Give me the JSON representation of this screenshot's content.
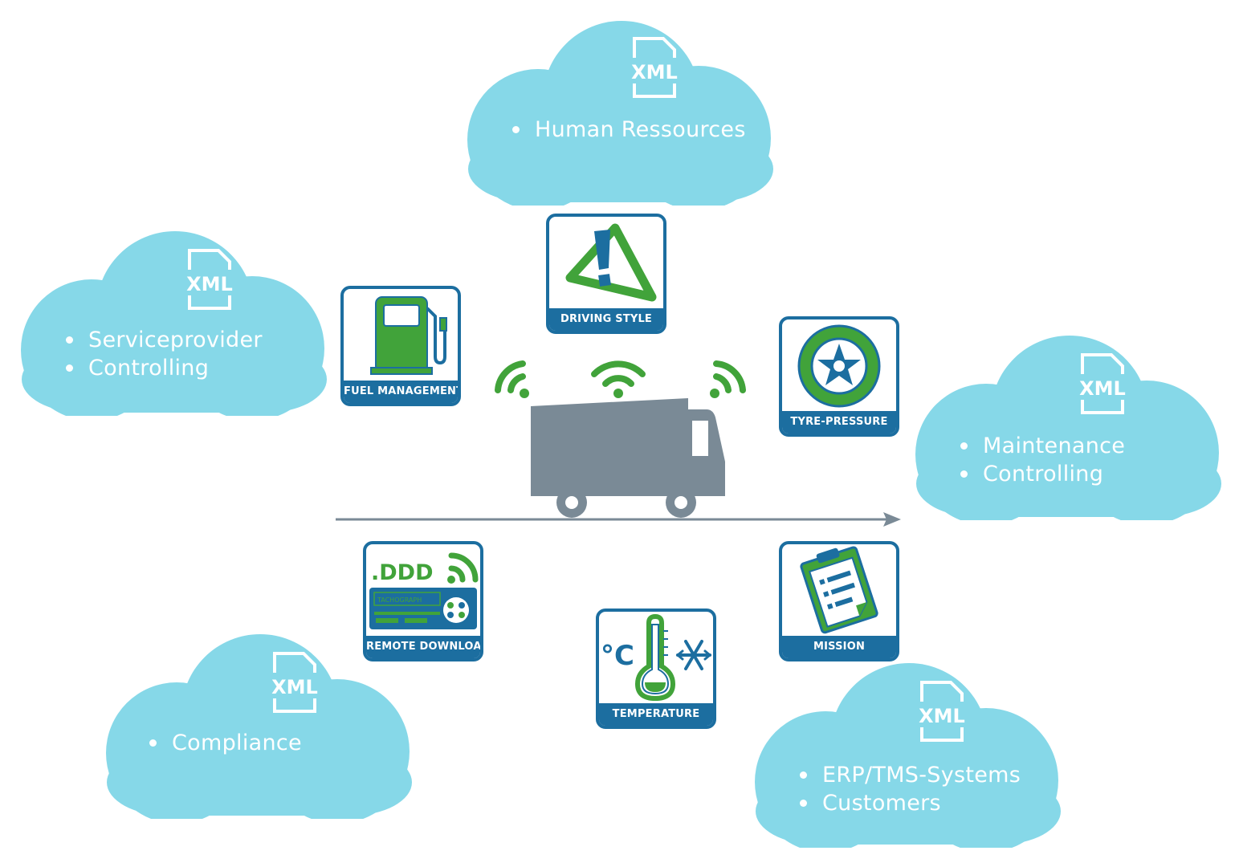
{
  "colors": {
    "cloud": "#86d8e8",
    "tile_border": "#1c6ea0",
    "green": "#41a33a",
    "truck": "#7a8a96",
    "arrow": "#7a8a96",
    "white": "#ffffff"
  },
  "clouds": {
    "top": {
      "badge": "XML",
      "items": [
        "Human Ressources"
      ]
    },
    "left": {
      "badge": "XML",
      "items": [
        "Serviceprovider",
        "Controlling"
      ]
    },
    "right": {
      "badge": "XML",
      "items": [
        "Maintenance",
        "Controlling"
      ]
    },
    "bottom_left": {
      "badge": "XML",
      "items": [
        "Compliance"
      ]
    },
    "bottom_right": {
      "badge": "XML",
      "items": [
        "ERP/TMS-Systems",
        "Customers"
      ]
    }
  },
  "tiles": {
    "fuel": {
      "label": "FUEL MANAGEMENT",
      "icon": "fuel-pump-icon"
    },
    "driving": {
      "label": "DRIVING STYLE",
      "icon": "warning-triangle-icon"
    },
    "tyre": {
      "label": "TYRE-PRESSURE",
      "icon": "tyre-icon"
    },
    "remote": {
      "label": "REMOTE DOWNLOAD",
      "icon": "tachograph-icon",
      "ddd_text": ".DDD",
      "device_text": "TACHOGRAPH"
    },
    "temperature": {
      "label": "TEMPERATURE",
      "icon": "thermometer-icon",
      "unit_text": "°C"
    },
    "mission": {
      "label": "MISSION",
      "icon": "clipboard-icon"
    }
  }
}
